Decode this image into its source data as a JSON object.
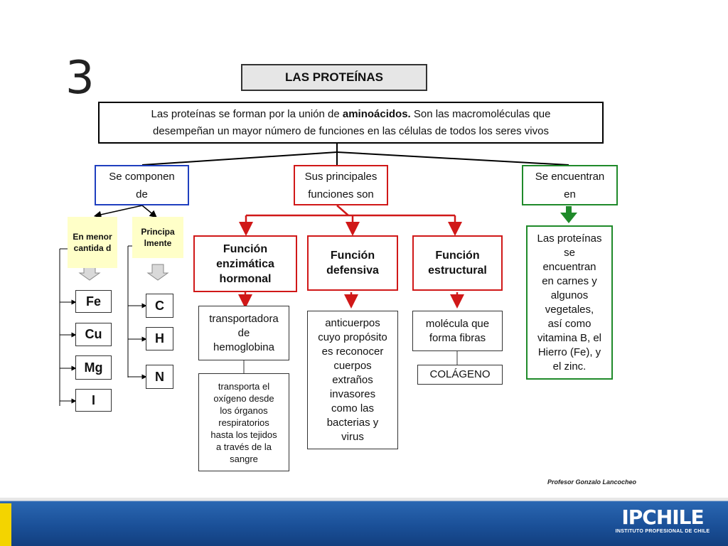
{
  "slide_number": "3",
  "title": "LAS PROTEÍNAS",
  "intro": {
    "line1_pre": "Las proteínas se forman por la unión de ",
    "line1_bold": "aminoácidos.",
    "line1_post": " Son las macromoléculas que",
    "line2": "desempeñan un mayor número de funciones en las células  de todos los seres vivos"
  },
  "categories": {
    "compose": {
      "line1": "Se componen",
      "line2": "de"
    },
    "functions": {
      "line1": "Sus principales",
      "line2": "funciones son"
    },
    "found": {
      "line1": "Se encuentran",
      "line2": "en"
    }
  },
  "composition": {
    "minor_label": "En menor cantida d",
    "main_label": "Principa lmente",
    "minor_elements": [
      "Fe",
      "Cu",
      "Mg",
      "I"
    ],
    "main_elements": [
      "C",
      "H",
      "N"
    ]
  },
  "functions": [
    {
      "title_lines": [
        "Función",
        "enzimática",
        "hormonal"
      ],
      "desc1": [
        "transportadora",
        "de",
        "hemoglobina"
      ],
      "desc2": [
        "transporta el",
        "oxígeno desde",
        "los órganos",
        "respiratorios",
        "hasta los tejidos",
        "a través de la",
        "sangre"
      ]
    },
    {
      "title_lines": [
        "Función",
        "defensiva"
      ],
      "desc1": [
        "anticuerpos",
        "cuyo propósito",
        "es reconocer",
        "cuerpos",
        "extraños",
        "invasores",
        "como las",
        "bacterias y",
        "virus"
      ]
    },
    {
      "title_lines": [
        "Función",
        "estructural"
      ],
      "desc1": [
        "molécula que",
        "forma fibras"
      ],
      "desc2": [
        "COLÁGENO"
      ]
    }
  ],
  "found_desc": [
    "Las proteínas",
    "se",
    "encuentran",
    "en carnes y",
    "algunos",
    "vegetales,",
    "así como",
    "vitamina B, el",
    "Hierro (Fe), y",
    "el zinc."
  ],
  "credit": "Profesor Gonzalo Lancocheo",
  "logo": {
    "main": "IPCHILE",
    "sub": "INSTITUTO PROFESIONAL DE CHILE"
  },
  "colors": {
    "blue": "#1f3fbf",
    "red": "#d01818",
    "green": "#1f8a2a",
    "footer": "#1a4f97",
    "accent_yellow": "#f3d400"
  }
}
